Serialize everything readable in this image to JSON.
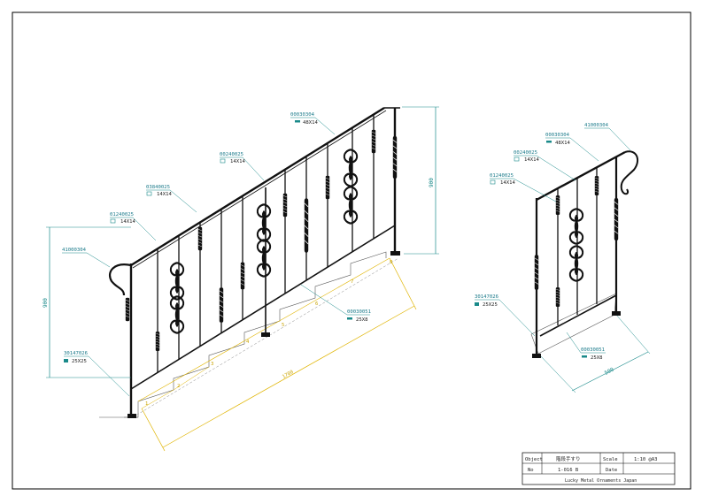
{
  "left_view": {
    "labels": [
      {
        "code": "00030304",
        "size": "48X14"
      },
      {
        "code": "00240025",
        "size": "14X14"
      },
      {
        "code": "03840025",
        "size": "14X14"
      },
      {
        "code": "01240025",
        "size": "14X14"
      },
      {
        "code": "41000304",
        "size": ""
      },
      {
        "code": "30147026",
        "size": "25X25"
      },
      {
        "code": "00030051",
        "size": "25X8"
      }
    ],
    "dim_height_right": "900",
    "dim_height_left": "900",
    "dim_length": "1700",
    "step_numbers": [
      "1",
      "2",
      "3",
      "4",
      "5",
      "6",
      "7",
      "8"
    ]
  },
  "right_view": {
    "labels": [
      {
        "code": "41000304",
        "size": ""
      },
      {
        "code": "00030304",
        "size": "48X14"
      },
      {
        "code": "00240025",
        "size": "14X14"
      },
      {
        "code": "01240025",
        "size": "14X14"
      },
      {
        "code": "30147026",
        "size": "25X25"
      },
      {
        "code": "00030051",
        "size": "25X8"
      }
    ],
    "dim_length": "500"
  },
  "title_block": {
    "object_label": "Object",
    "object_value": "階段手すり",
    "scale_label": "Scale",
    "scale_value": "1:10 @A3",
    "no_label": "No",
    "no_value": "1-016  B",
    "date_label": "Date",
    "date_value": "",
    "company": "Lucky Metal Ornaments Japan"
  },
  "colors": {
    "frame": "#000000",
    "leader": "#1a8a8a",
    "dimension_yellow": "#e0b400",
    "iron": "#111111"
  }
}
